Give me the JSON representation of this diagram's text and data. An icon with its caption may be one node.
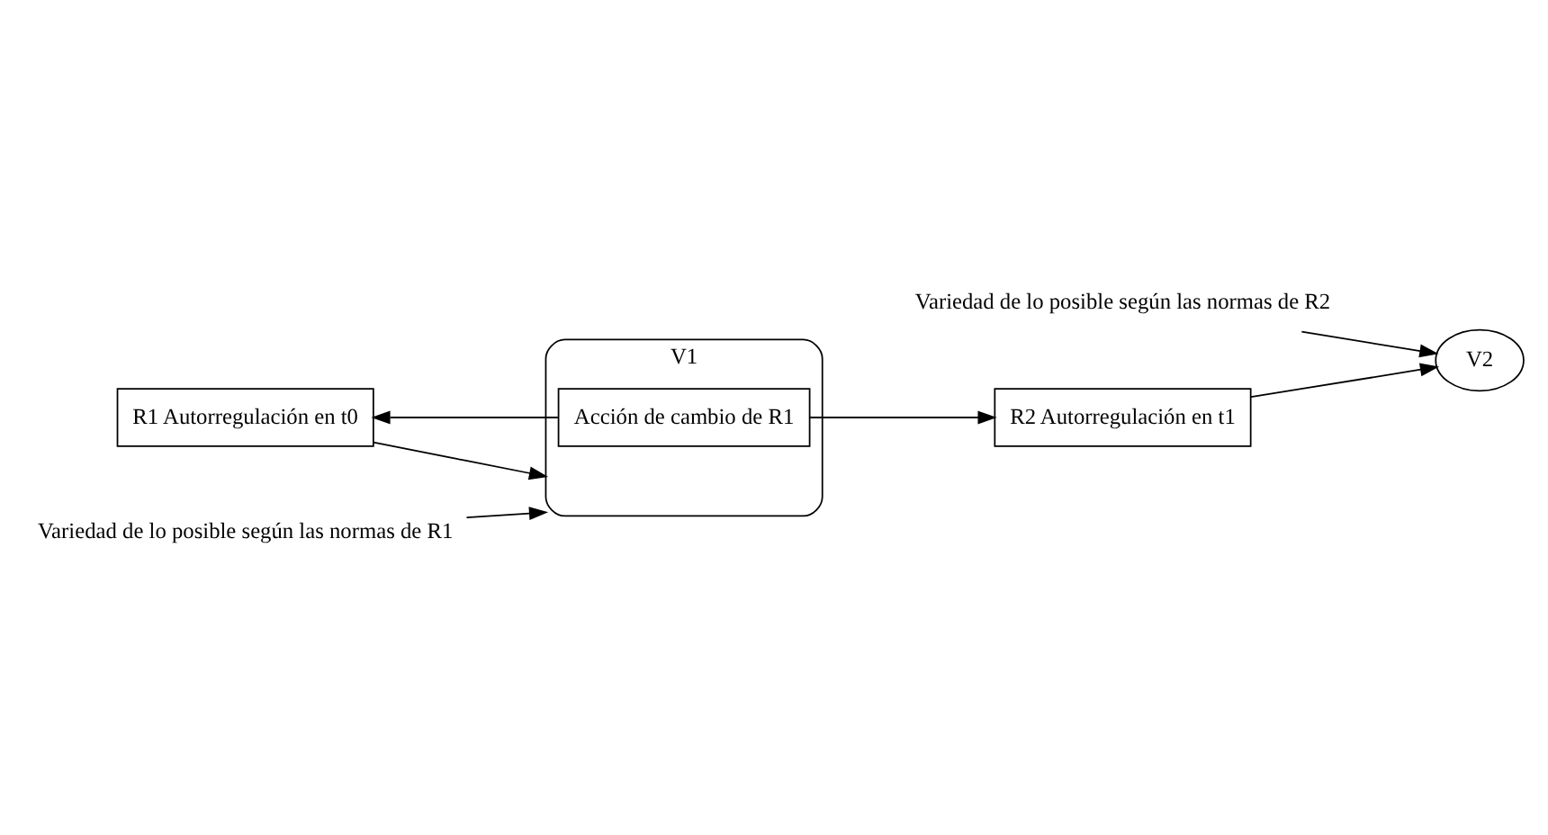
{
  "diagram": {
    "nodes": [
      {
        "text": [
          "Variedad de lo posible según las normas de R2"
        ]
      },
      {
        "text": [
          "V2"
        ]
      },
      {
        "text": [
          "R2 Autorregulación en t1"
        ]
      },
      {
        "text": [
          "R1 Autorregulación en t0"
        ]
      },
      {
        "text": [
          "V1"
        ]
      },
      {
        "text": [
          "Acción de cambio de R1"
        ],
        "in": 4
      },
      {
        "text": [
          "Variedad de lo posible según las normas de R1"
        ]
      }
    ],
    "edges": [
      {
        "from": 0,
        "to": 1,
        "arrow": "to"
      },
      {
        "from": 2,
        "to": 1,
        "arrow": "to"
      },
      {
        "from": 3,
        "to": 4,
        "arrow": "to"
      },
      {
        "from": 5,
        "to": 3,
        "arrow": "to"
      },
      {
        "from": 5,
        "to": 2,
        "arrow": "to"
      },
      {
        "from": 6,
        "to": 4,
        "arrow": "to"
      }
    ]
  }
}
